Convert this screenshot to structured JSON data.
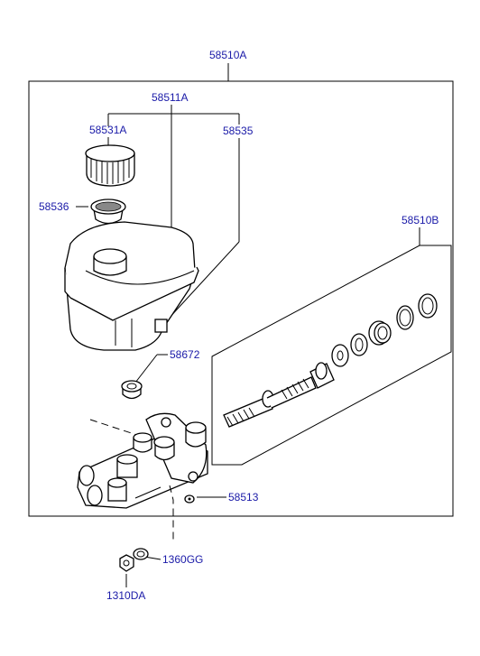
{
  "labels": {
    "assembly": "58510A",
    "reservoir_assy": "58511A",
    "cap": "58531A",
    "filter": "58536",
    "grommet_link": "58535",
    "repair_kit": "58510B",
    "grommet": "58672",
    "nut": "58513",
    "gasket": "1360GG",
    "bolt": "1310DA"
  },
  "icons": {
    "reservoir": "brake-fluid-reservoir-icon",
    "master_cylinder": "brake-master-cylinder-icon"
  },
  "colors": {
    "label": "#1a1aa8",
    "line": "#000000"
  }
}
